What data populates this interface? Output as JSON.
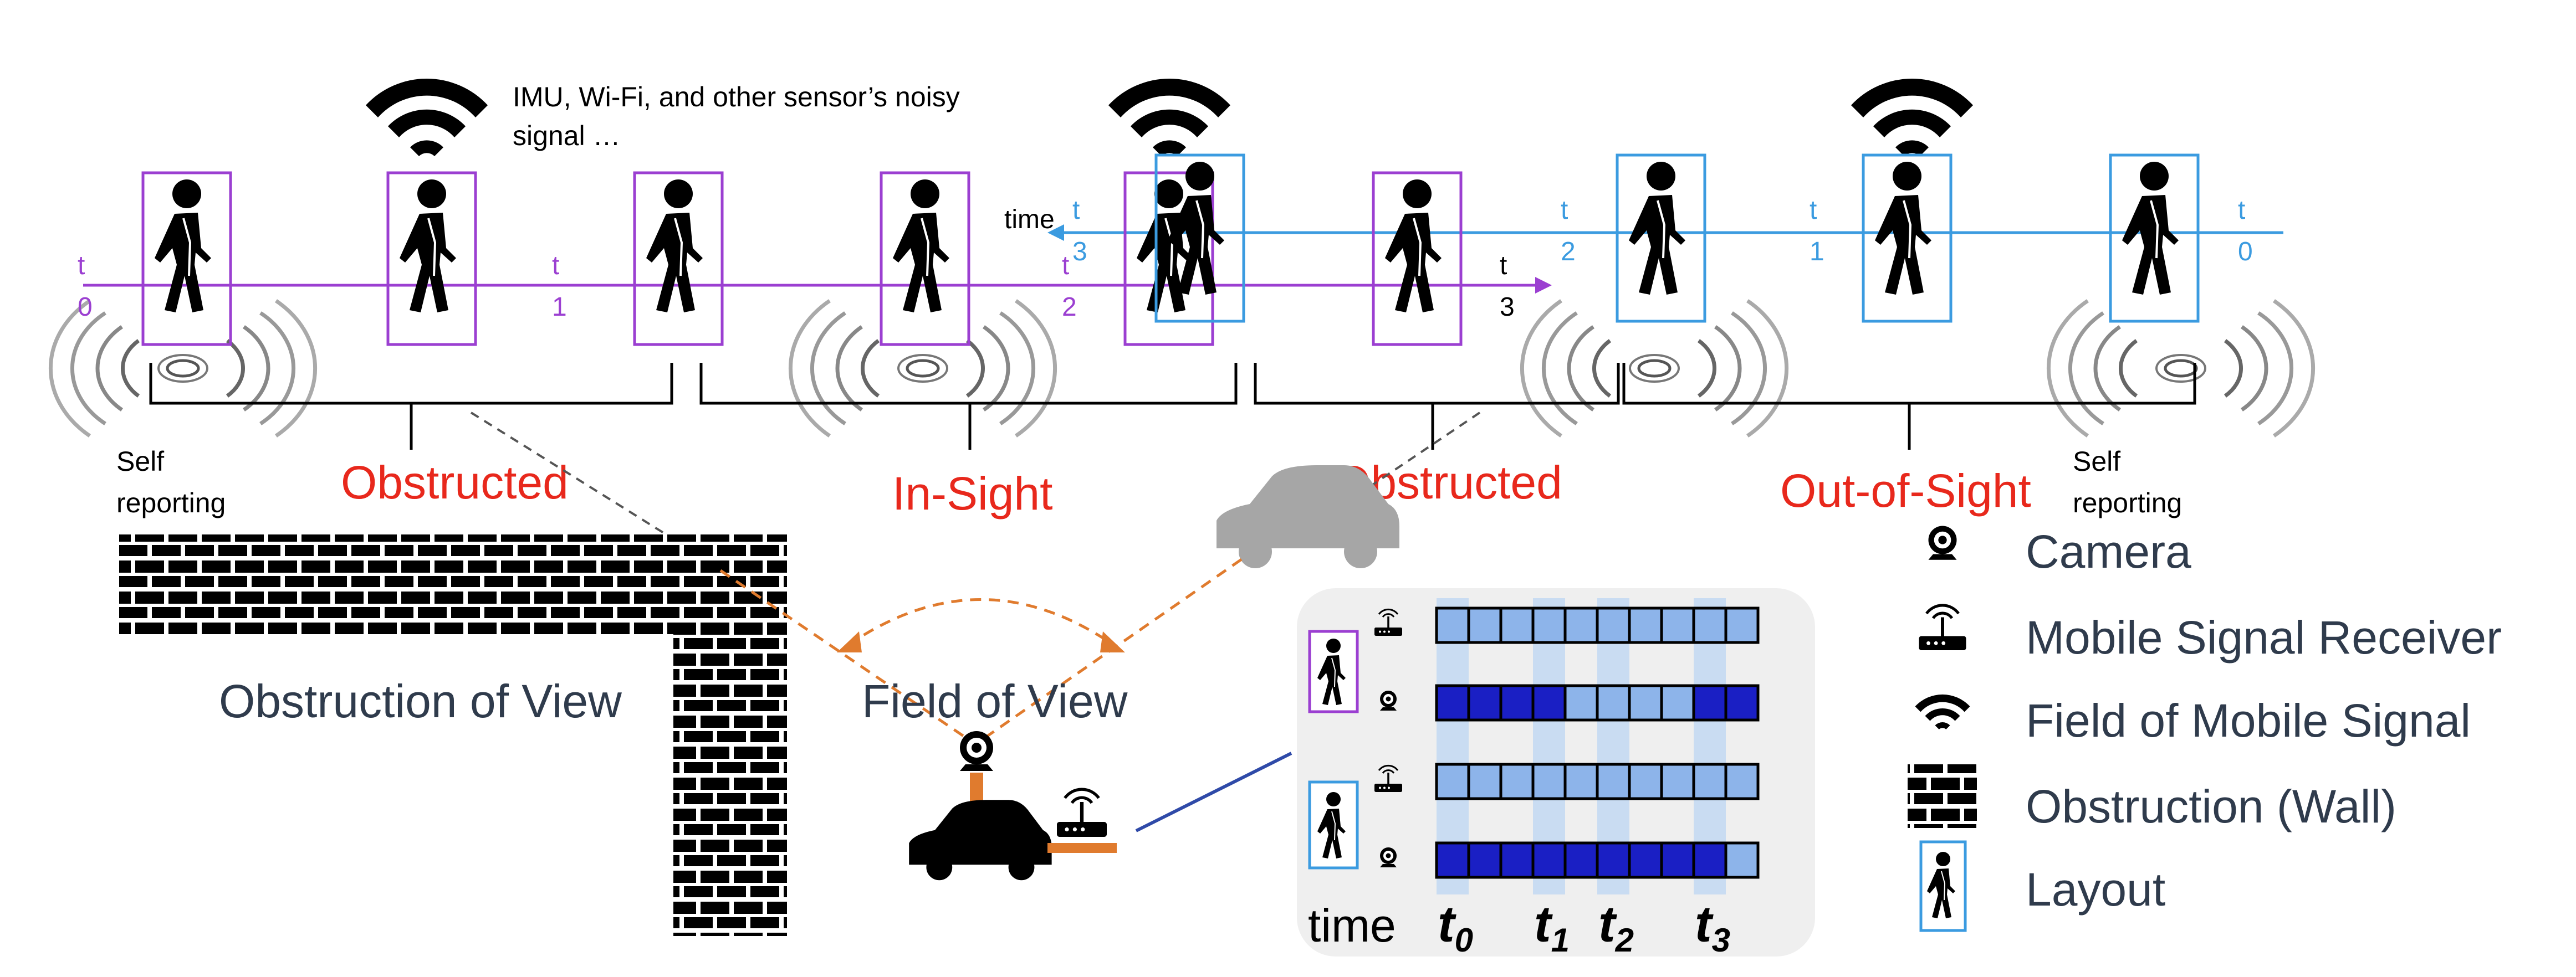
{
  "colors": {
    "purple": "#9b3fd1",
    "blue": "#3b9be0",
    "red": "#e8281c",
    "orange": "#e07b2e",
    "dark": "#2f3b4c",
    "gray_car": "#a6a6a6",
    "cell_light": "#8db4ea",
    "cell_dark": "#1a1fc4",
    "column_band": "#c9dcf2",
    "panel_bg": "#efefef"
  },
  "signal_note": {
    "line1": "IMU, Wi-Fi, and other sensor’s noisy",
    "line2": "signal …"
  },
  "purple_track": {
    "labels": [
      {
        "t": "t",
        "idx": "0"
      },
      {
        "t": "t",
        "idx": "1"
      },
      {
        "t": "t",
        "idx": "2"
      },
      {
        "t": "t",
        "idx": "3"
      }
    ]
  },
  "blue_track": {
    "time_label": "time",
    "labels": [
      {
        "t": "t",
        "idx": "3"
      },
      {
        "t": "t",
        "idx": "2"
      },
      {
        "t": "t",
        "idx": "1"
      },
      {
        "t": "t",
        "idx": "0"
      }
    ]
  },
  "self_reporting": {
    "left_line1": "Self",
    "left_line2": "reporting",
    "right_line1": "Self",
    "right_line2": "reporting"
  },
  "segments": {
    "obstructed_1": "Obstructed",
    "in_sight": "In-Sight",
    "obstructed_2": "Obstructed",
    "out_of_sight": "Out-of-Sight"
  },
  "scene_labels": {
    "obstruction_of_view": "Obstruction of View",
    "field_of_view": "Field of View"
  },
  "matrix": {
    "time_label": "time",
    "columns": [
      {
        "t": "t",
        "idx": "0"
      },
      {
        "t": "t",
        "idx": "1"
      },
      {
        "t": "t",
        "idx": "2"
      },
      {
        "t": "t",
        "idx": "3"
      }
    ],
    "rows": [
      {
        "group": "purple-person",
        "sensor": "receiver-icon",
        "cells": [
          0,
          0,
          0,
          0,
          0,
          0,
          0,
          0,
          0,
          0
        ]
      },
      {
        "group": "purple-person",
        "sensor": "camera-icon",
        "cells": [
          1,
          1,
          1,
          1,
          0,
          0,
          0,
          0,
          1,
          1
        ]
      },
      {
        "group": "blue-person",
        "sensor": "receiver-icon",
        "cells": [
          0,
          0,
          0,
          0,
          0,
          0,
          0,
          0,
          0,
          0
        ]
      },
      {
        "group": "blue-person",
        "sensor": "camera-icon",
        "cells": [
          1,
          1,
          1,
          1,
          1,
          1,
          1,
          1,
          1,
          0
        ]
      }
    ]
  },
  "legend": [
    {
      "icon": "camera-icon",
      "label": "Camera"
    },
    {
      "icon": "receiver-icon",
      "label": "Mobile Signal Receiver"
    },
    {
      "icon": "wifi-icon",
      "label": "Field of Mobile Signal"
    },
    {
      "icon": "wall-icon",
      "label": "Obstruction (Wall)"
    },
    {
      "icon": "layout-icon",
      "label": "Layout"
    }
  ]
}
